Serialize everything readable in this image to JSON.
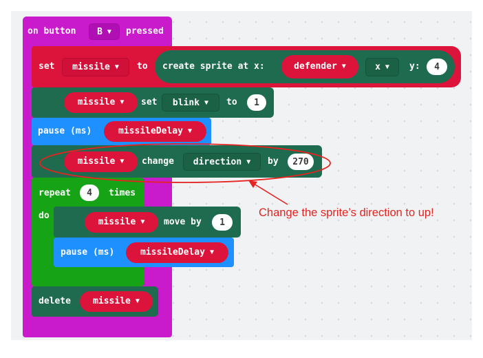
{
  "event": {
    "on_label": "on button",
    "button_value": "B",
    "pressed_label": "pressed"
  },
  "set_block": {
    "set_label": "set",
    "var_name": "missile",
    "to_label": "to",
    "create_label": "create sprite at x:",
    "x_sprite": "defender",
    "x_prop": "x",
    "y_label": "y:",
    "y_value": "4"
  },
  "blink_block": {
    "sprite": "missile",
    "set_label": "set",
    "prop": "blink",
    "to_label": "to",
    "value": "1"
  },
  "pause1": {
    "label": "pause (ms)",
    "var": "missileDelay"
  },
  "change_block": {
    "sprite": "missile",
    "change_label": "change",
    "prop": "direction",
    "by_label": "by",
    "value": "270"
  },
  "repeat_block": {
    "repeat_label": "repeat",
    "count": "4",
    "times_label": "times",
    "do_label": "do"
  },
  "move_block": {
    "sprite": "missile",
    "move_label": "move by",
    "value": "1"
  },
  "pause2": {
    "label": "pause (ms)",
    "var": "missileDelay"
  },
  "delete_block": {
    "label": "delete",
    "sprite": "missile"
  },
  "annotation": {
    "text": "Change the sprite’s direction to up!"
  },
  "colors": {
    "event": "#c91acc",
    "variables": "#dc143c",
    "sprites": "#1f6b4f",
    "loops": "#16a416",
    "basic": "#1e90ff",
    "annotation": "#e52320"
  }
}
